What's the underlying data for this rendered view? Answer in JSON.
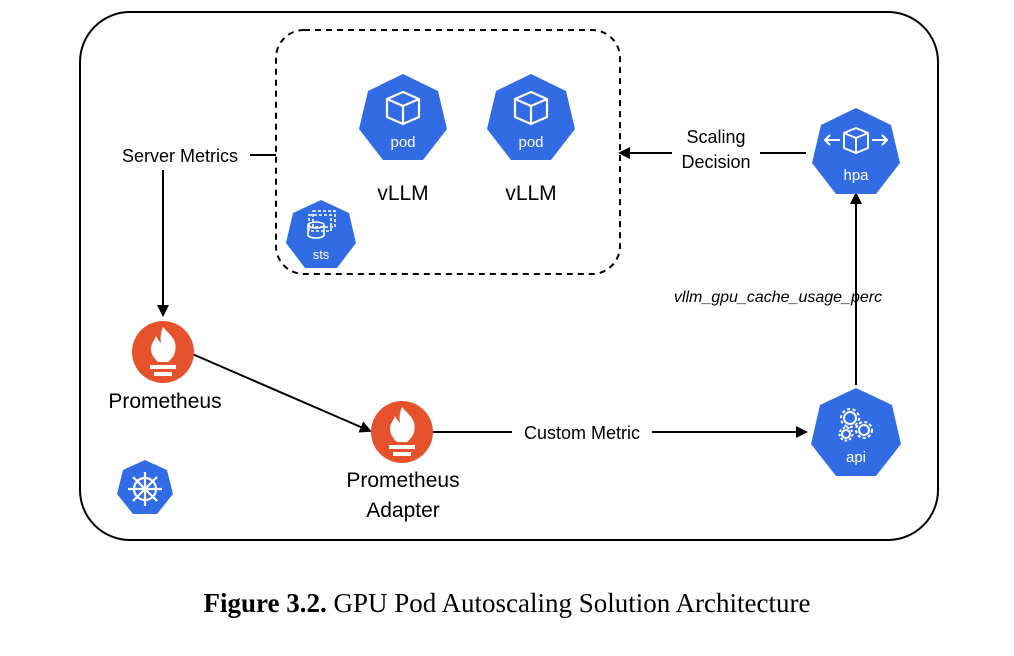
{
  "colors": {
    "k8s_blue": "#326ce5",
    "prometheus_orange": "#e6522c",
    "line": "#000000"
  },
  "nodes": {
    "pod1": {
      "icon_label": "pod",
      "name": "vLLM"
    },
    "pod2": {
      "icon_label": "pod",
      "name": "vLLM"
    },
    "sts": {
      "icon_label": "sts"
    },
    "hpa": {
      "icon_label": "hpa"
    },
    "api": {
      "icon_label": "api"
    },
    "prometheus": {
      "name": "Prometheus"
    },
    "adapter": {
      "name_line1": "Prometheus",
      "name_line2": "Adapter"
    }
  },
  "edges": {
    "server_metrics": "Server Metrics",
    "scaling_decision_line1": "Scaling",
    "scaling_decision_line2": "Decision",
    "gpu_metric": "vllm_gpu_cache_usage_perc",
    "custom_metric": "Custom Metric"
  },
  "caption": {
    "label": "Figure 3.2.",
    "text": "GPU Pod Autoscaling Solution Architecture"
  }
}
